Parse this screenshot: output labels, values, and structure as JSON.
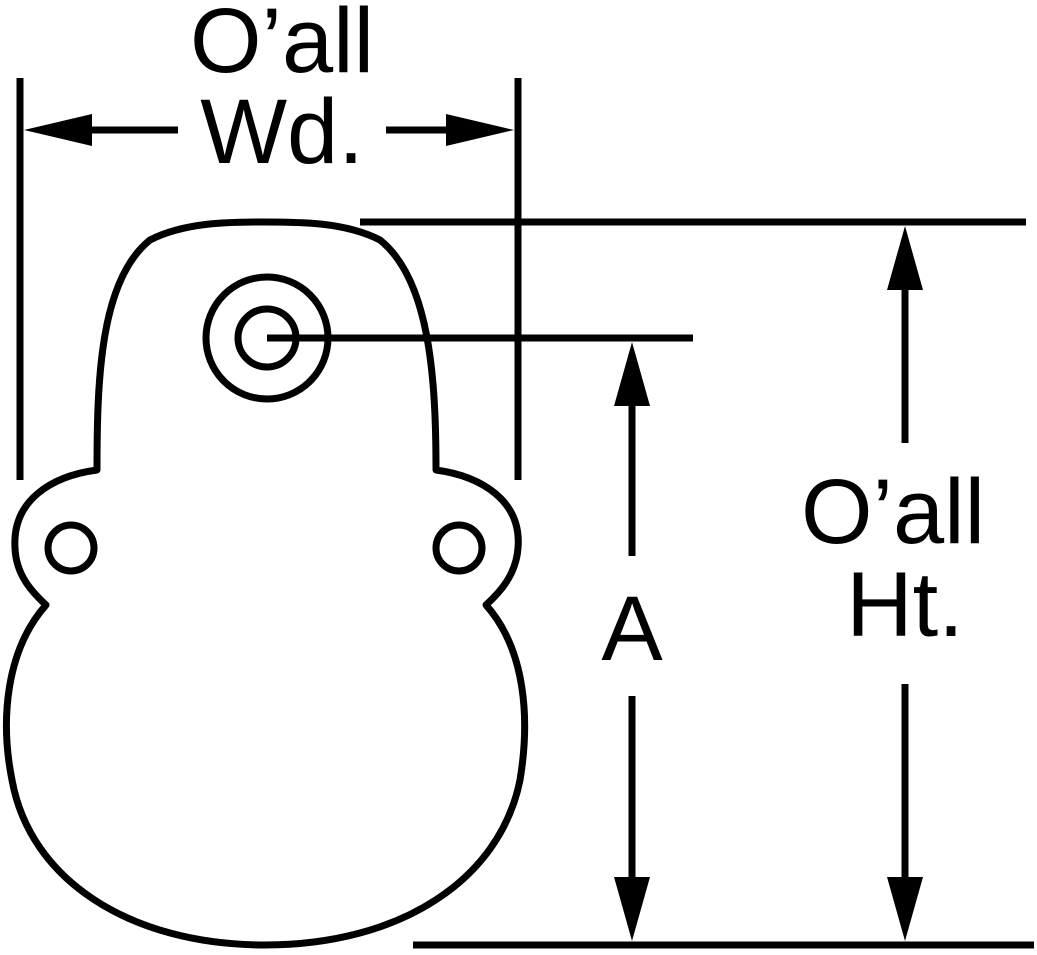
{
  "labels": {
    "overall_width_line1": "O’all",
    "overall_width_line2": "Wd.",
    "overall_height_line1": "O’all",
    "overall_height_line2": "Ht.",
    "dimension_a": "A"
  },
  "colors": {
    "line": "#000000",
    "background": "#ffffff"
  }
}
